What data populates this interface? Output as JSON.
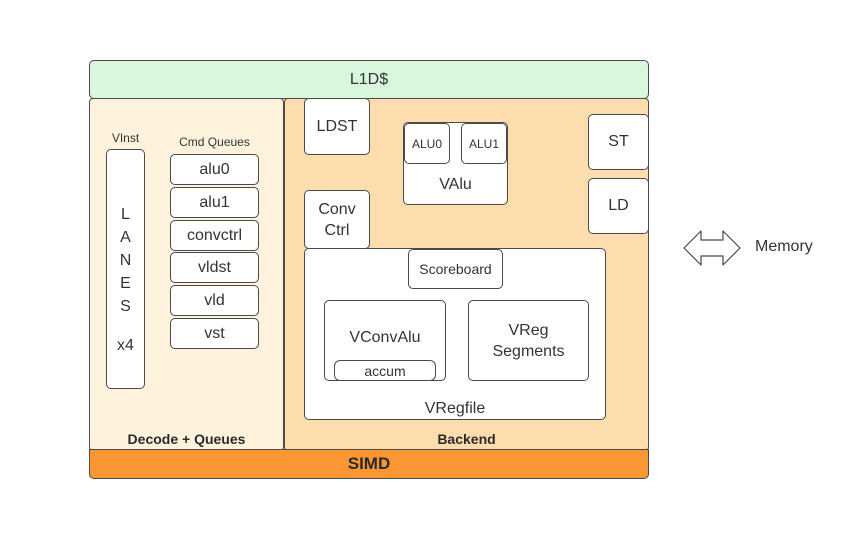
{
  "l1d": "L1D$",
  "simd": "SIMD",
  "decode": {
    "vinst_label": "VInst",
    "cmd_queues_label": "Cmd Queues",
    "lanes_letters": [
      "L",
      "A",
      "N",
      "E",
      "S"
    ],
    "lanes_count": "x4",
    "queues": [
      "alu0",
      "alu1",
      "convctrl",
      "vldst",
      "vld",
      "vst"
    ],
    "title": "Decode + Queues"
  },
  "backend": {
    "title": "Backend",
    "ldst": "LDST",
    "conv_ctrl": [
      "Conv",
      "Ctrl"
    ],
    "alu0": "ALU0",
    "alu1": "ALU1",
    "valu": "VAlu",
    "st": "ST",
    "ld": "LD",
    "scoreboard": "Scoreboard",
    "vconvalu": "VConvAlu",
    "accum": "accum",
    "vreg_segments": [
      "VReg",
      "Segments"
    ],
    "vregfile": "VRegfile"
  },
  "memory": {
    "label": "Memory",
    "icon": "double-arrow-icon"
  }
}
